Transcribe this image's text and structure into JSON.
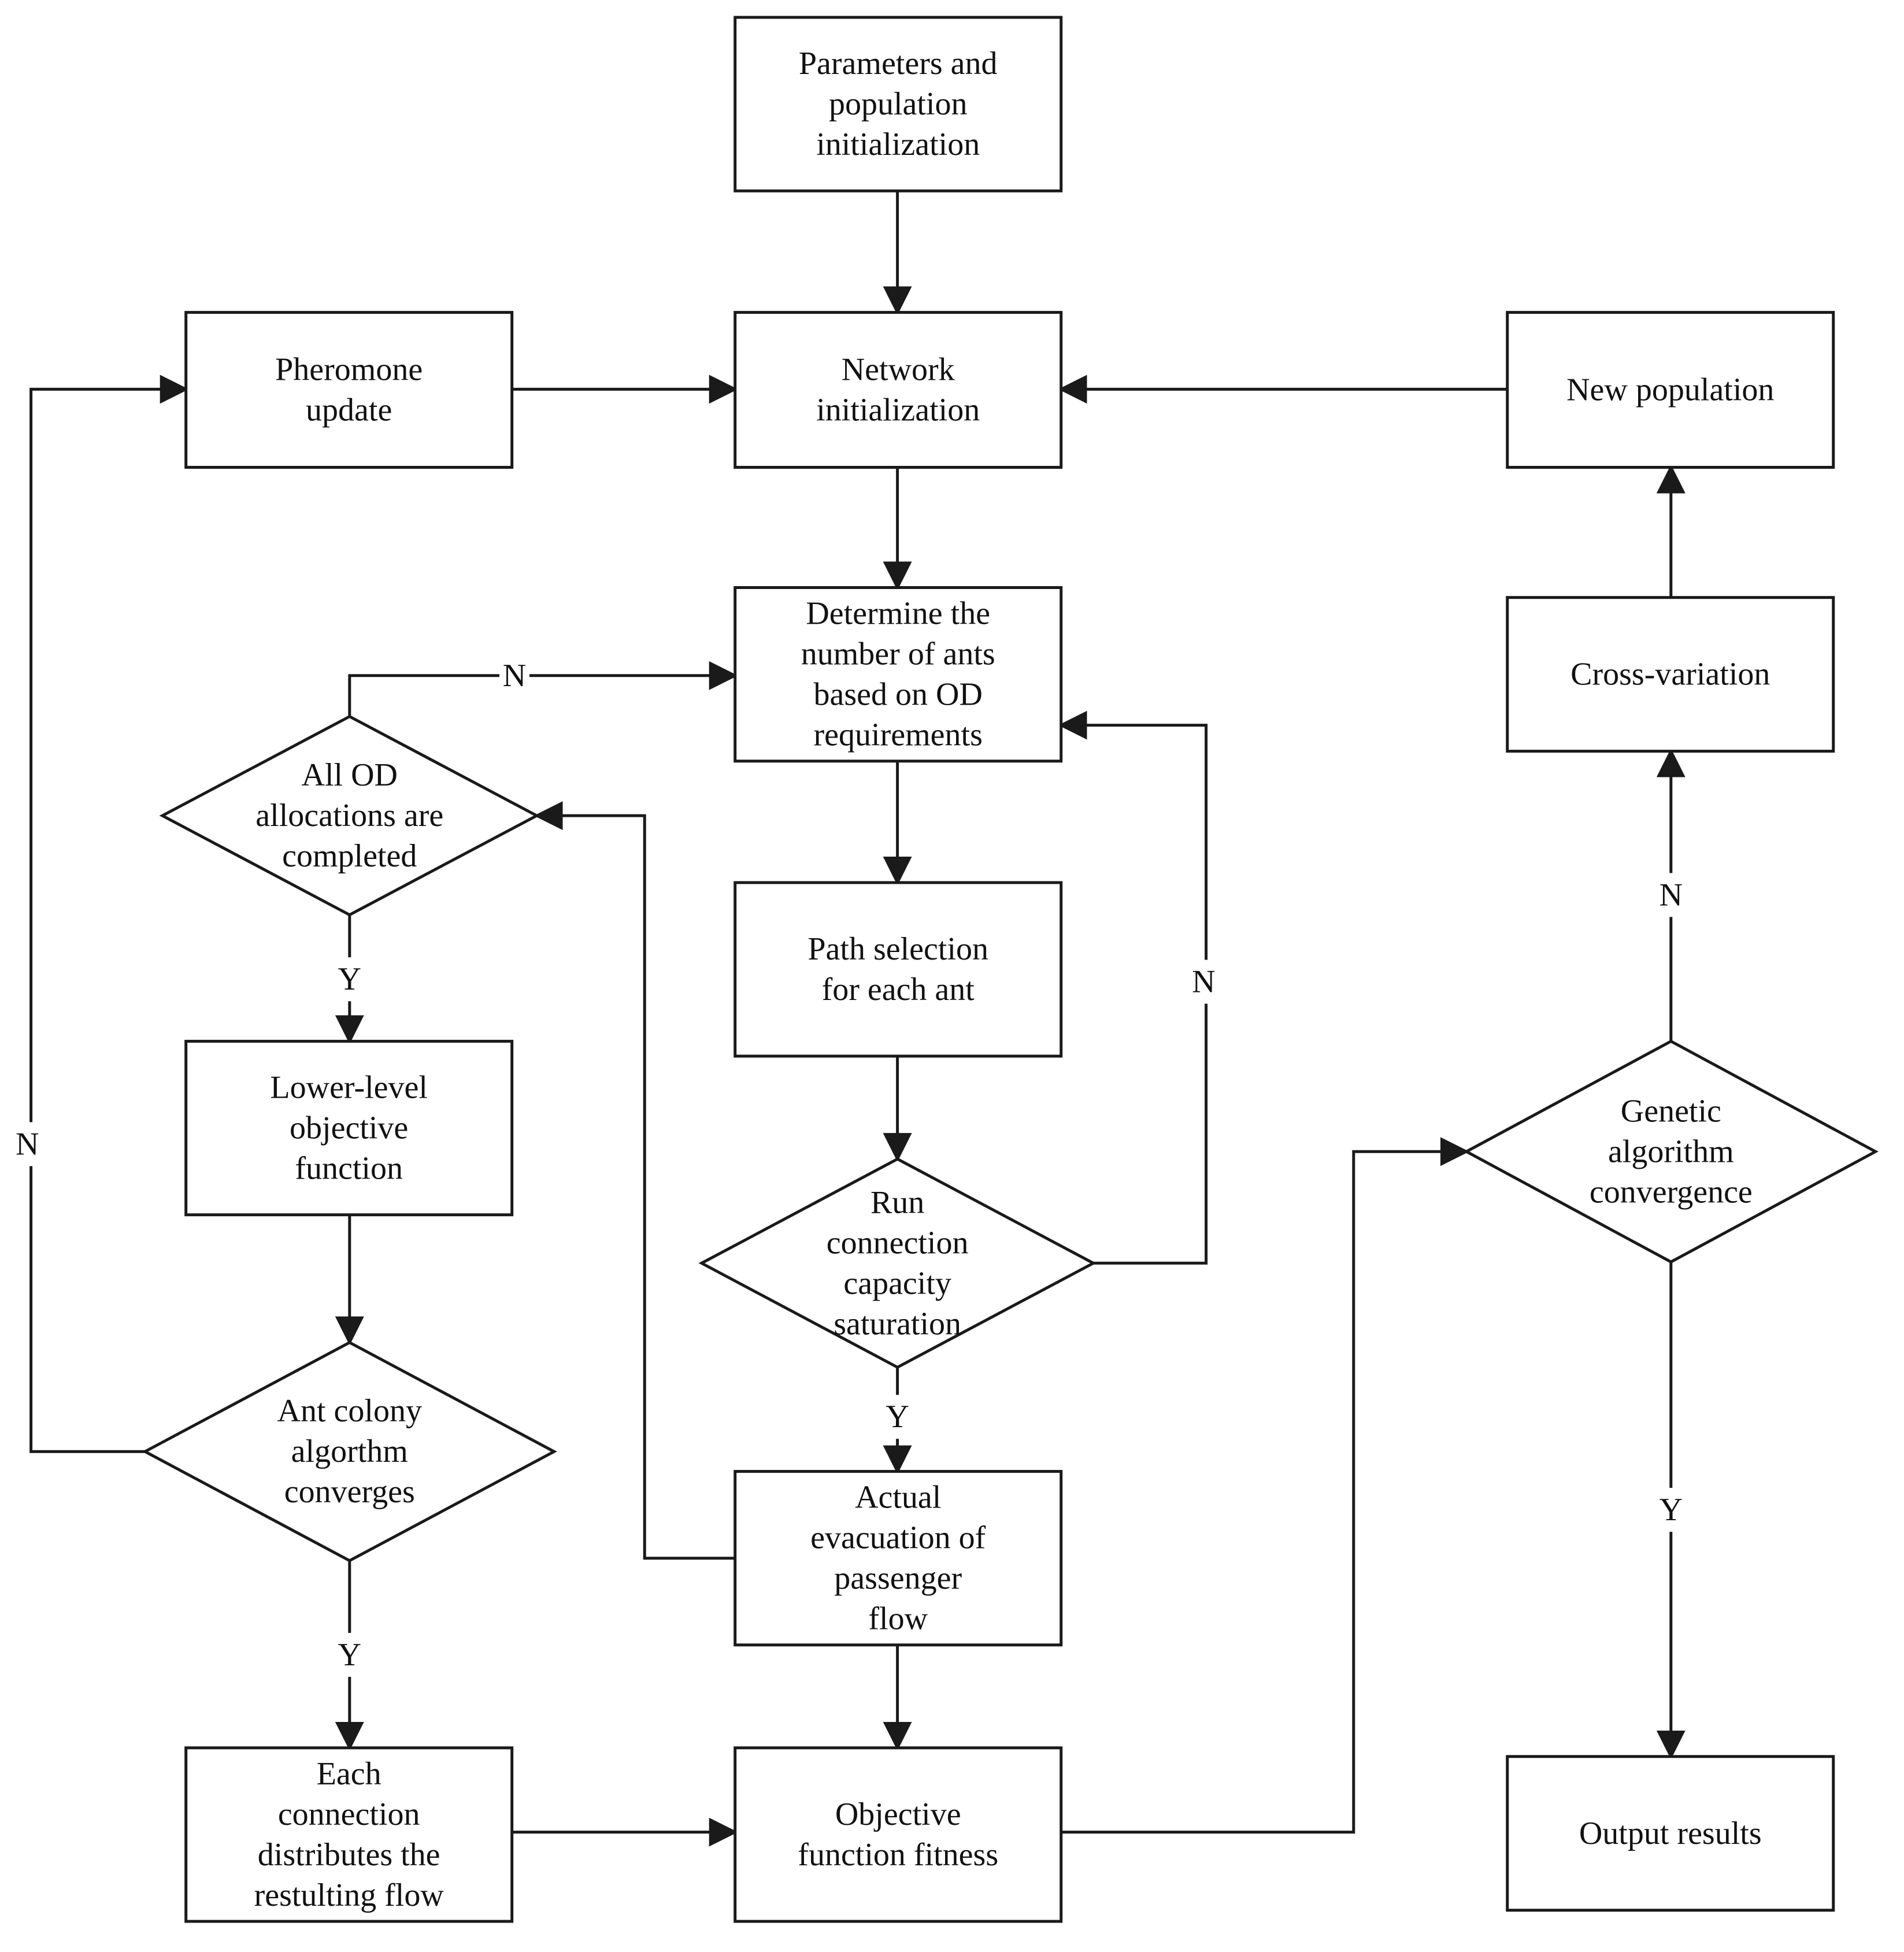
{
  "nodes": {
    "params_init": {
      "lines": [
        "Parameters and",
        "population",
        "initialization"
      ]
    },
    "network_init": {
      "lines": [
        "Network",
        "initialization"
      ]
    },
    "pheromone_update": {
      "lines": [
        "Pheromone",
        "update"
      ]
    },
    "new_population": {
      "lines": [
        "New population"
      ]
    },
    "determine_ants": {
      "lines": [
        "Determine the",
        "number of ants",
        "based on OD",
        "requirements"
      ]
    },
    "cross_variation": {
      "lines": [
        "Cross-variation"
      ]
    },
    "all_od_allocated": {
      "lines": [
        "All OD",
        "allocations are",
        "completed"
      ]
    },
    "path_selection": {
      "lines": [
        "Path selection",
        "for each ant"
      ]
    },
    "lower_level_obj": {
      "lines": [
        "Lower-level",
        "objective",
        "function"
      ]
    },
    "capacity_saturation": {
      "lines": [
        "Run",
        "connection",
        "capacity",
        "saturation"
      ]
    },
    "ga_convergence": {
      "lines": [
        "Genetic",
        "algorithm",
        "convergence"
      ]
    },
    "aca_converges": {
      "lines": [
        "Ant colony",
        "algorthm",
        "converges"
      ]
    },
    "actual_evacuation": {
      "lines": [
        "Actual",
        "evacuation of",
        "passenger",
        "flow"
      ]
    },
    "distribute_flow": {
      "lines": [
        "Each",
        "connection",
        "distributes the",
        "restulting flow"
      ]
    },
    "objective_fitness": {
      "lines": [
        "Objective",
        "function fitness"
      ]
    },
    "output_results": {
      "lines": [
        "Output results"
      ]
    }
  },
  "edge_labels": {
    "all_od_no": "N",
    "all_od_yes": "Y",
    "aca_no": "N",
    "aca_yes": "Y",
    "saturation_no": "N",
    "saturation_yes": "Y",
    "ga_no": "N",
    "ga_yes": "Y"
  },
  "colors": {
    "stroke": "#1a1a1a",
    "text": "#111111",
    "background": "#ffffff"
  }
}
